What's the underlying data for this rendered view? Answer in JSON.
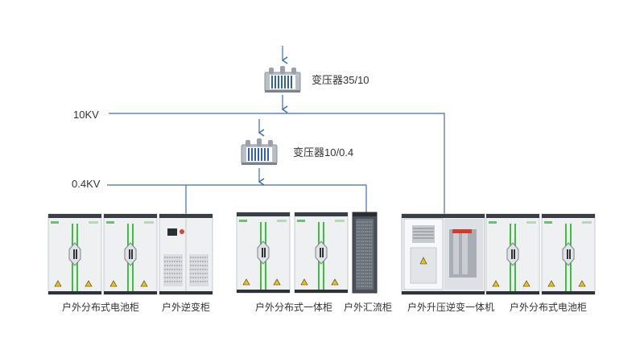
{
  "transformers": {
    "t1": {
      "label": "变压器35/10"
    },
    "t2": {
      "label": "变压器10/0.4"
    }
  },
  "buses": {
    "kv10": "10KV",
    "kv04": "0.4KV"
  },
  "captions": {
    "battery_left": "户外分布式电池柜",
    "inverter": "户外逆变柜",
    "integrated": "户外分布式一体柜",
    "combiner": "户外汇流柜",
    "boost_inverter": "户外升压逆变一体机",
    "battery_right": "户外分布式电池柜"
  },
  "colors": {
    "line": "#3d6ab3",
    "cabinet_body": "#eef0f2",
    "cabinet_top": "#3a3f47",
    "stripe": "#3cc13c",
    "transformer_coil": "#2f5fb8"
  }
}
